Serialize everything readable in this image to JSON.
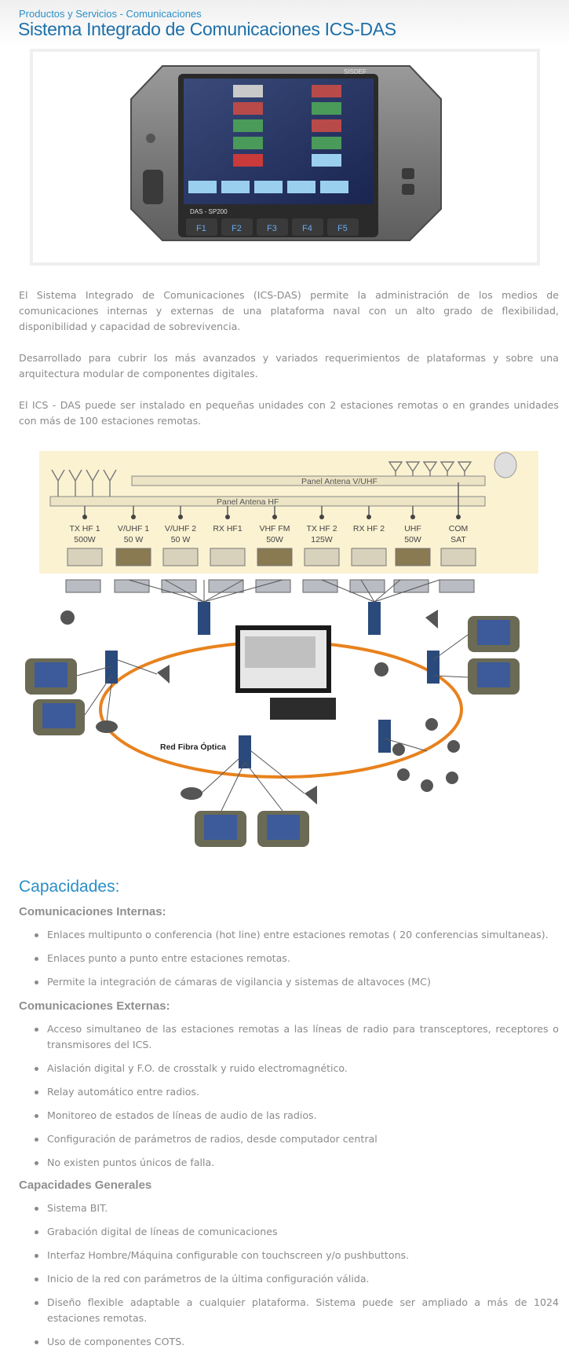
{
  "breadcrumb": "Productos y Servicios - Comunicaciones",
  "title": "Sistema Integrado de Comunicaciones ICS-DAS",
  "device": {
    "brand": "SISDEF",
    "model": "DAS - SP200",
    "keys": [
      "F1",
      "F2",
      "F3",
      "F4",
      "F5"
    ]
  },
  "paragraphs": [
    "El Sistema Integrado de Comunicaciones (ICS-DAS) permite la administración de los medios de comunicaciones internas y externas de una plataforma naval con un alto grado de flexibilidad, disponibilidad y capacidad de sobrevivencia.",
    "Desarrollado para cubrir los más avanzados y variados requerimientos de plataformas y sobre una arquitectura modular de componentes digitales.",
    "El ICS - DAS puede ser instalado en pequeñas unidades con 2 estaciones remotas o en grandes unidades con más de 100 estaciones remotas."
  ],
  "diagram": {
    "panel_vuhf": "Panel Antena V/UHF",
    "panel_hf": "Panel Antena HF",
    "radios": [
      {
        "l1": "TX HF 1",
        "l2": "500W"
      },
      {
        "l1": "V/UHF 1",
        "l2": "50 W"
      },
      {
        "l1": "V/UHF 2",
        "l2": "50 W"
      },
      {
        "l1": "RX HF1",
        "l2": ""
      },
      {
        "l1": "VHF FM",
        "l2": "50W"
      },
      {
        "l1": "TX  HF 2",
        "l2": "125W"
      },
      {
        "l1": "RX HF 2",
        "l2": ""
      },
      {
        "l1": "UHF",
        "l2": "50W"
      },
      {
        "l1": "COM",
        "l2": "SAT"
      }
    ],
    "ring_label": "Red Fibra Óptica",
    "colors": {
      "ring": "#e8821e",
      "antenna_bg": "#fbf2d2",
      "switch": "#2a4a7c"
    }
  },
  "capacidades": {
    "title": "Capacidades:",
    "internas_title": "Comunicaciones Internas:",
    "internas": [
      "Enlaces multipunto o conferencia (hot line) entre estaciones remotas ( 20 conferencias simultaneas).",
      "Enlaces punto a punto entre estaciones remotas.",
      "Permite la integración de cámaras de vigilancia y sistemas de altavoces (MC)"
    ],
    "externas_title": "Comunicaciones Externas:",
    "externas": [
      "Acceso simultaneo de las estaciones remotas a las líneas de radio para transceptores, receptores o transmisores del ICS.",
      "Aislación digital y F.O. de crosstalk y ruido electromagnético.",
      "Relay automático entre radios.",
      "Monitoreo de estados de líneas de audio de las radios.",
      "Configuración de parámetros de radios, desde computador central",
      "No existen puntos únicos de falla."
    ],
    "generales_title": "Capacidades Generales",
    "generales": [
      "Sistema BIT.",
      "Grabación digital de líneas de comunicaciones",
      "Interfaz Hombre/Máquina configurable con touchscreen y/o pushbuttons.",
      "Inicio de la red con parámetros de la última configuración válida.",
      "Diseño flexible adaptable a cualquier plataforma. Sistema puede ser ampliado a más de 1024 estaciones remotas.",
      "Uso de componentes COTS."
    ]
  }
}
